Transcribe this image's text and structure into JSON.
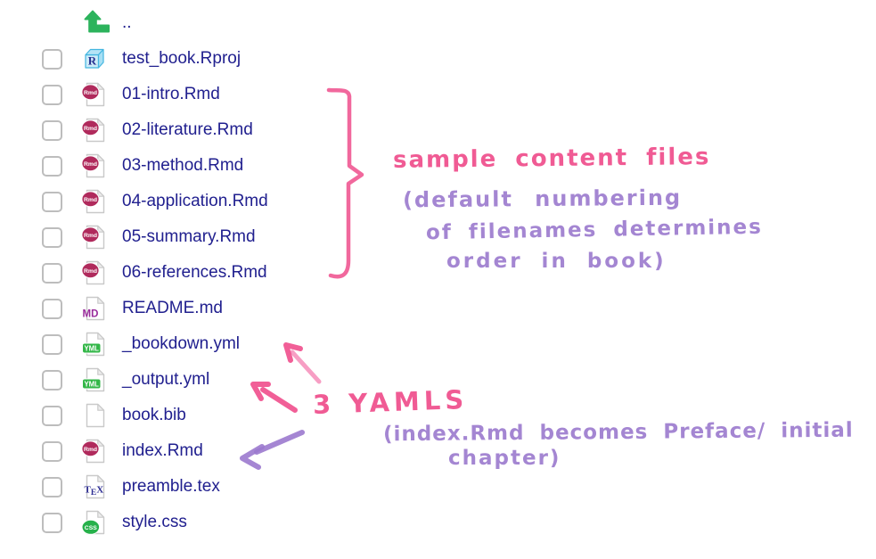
{
  "parent_row": {
    "label": ".."
  },
  "files": [
    {
      "name": "test_book.Rproj",
      "type": "rproj",
      "badge": "R"
    },
    {
      "name": "01-intro.Rmd",
      "type": "rmd",
      "badge": "Rmd"
    },
    {
      "name": "02-literature.Rmd",
      "type": "rmd",
      "badge": "Rmd"
    },
    {
      "name": "03-method.Rmd",
      "type": "rmd",
      "badge": "Rmd"
    },
    {
      "name": "04-application.Rmd",
      "type": "rmd",
      "badge": "Rmd"
    },
    {
      "name": "05-summary.Rmd",
      "type": "rmd",
      "badge": "Rmd"
    },
    {
      "name": "06-references.Rmd",
      "type": "rmd",
      "badge": "Rmd"
    },
    {
      "name": "README.md",
      "type": "md",
      "badge": "MD"
    },
    {
      "name": "_bookdown.yml",
      "type": "yml",
      "badge": "YML"
    },
    {
      "name": "_output.yml",
      "type": "yml",
      "badge": "YML"
    },
    {
      "name": "book.bib",
      "type": "plain",
      "badge": ""
    },
    {
      "name": "index.Rmd",
      "type": "rmd",
      "badge": "Rmd"
    },
    {
      "name": "preamble.tex",
      "type": "tex",
      "badge": "TeX"
    },
    {
      "name": "style.css",
      "type": "css",
      "badge": "CSS"
    }
  ],
  "annotations": {
    "sample_files_note": {
      "title": "sample content files",
      "sub1": "(default numbering",
      "sub2": "of filenames determines",
      "sub3": "order in book)"
    },
    "yaml_note": {
      "title": "3 YAMLS",
      "sub1": "(index.Rmd becomes Preface/ initial",
      "sub2": "chapter)"
    }
  },
  "colors": {
    "link_blue": "#21208f",
    "pink": "#ef4e8c",
    "pink_light": "#f79ec4",
    "purple": "#9b79ce",
    "up_arrow_green": "#2cb35c",
    "rmd_badge": "#b02a5c",
    "yml_badge": "#33b748",
    "css_badge": "#27b14b",
    "md_letters": "#992b9b",
    "tex_letters": "#2b2b92",
    "rproj_blue": "#44b6e0",
    "checkbox_border": "#bdbdbd",
    "doc_outline": "#c9c9c9"
  }
}
